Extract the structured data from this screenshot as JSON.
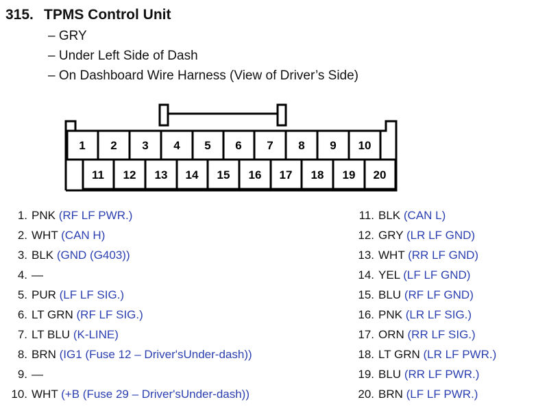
{
  "header": {
    "number": "315.",
    "title": "TPMS Control Unit",
    "lines": [
      "– GRY",
      "– Under Left Side of Dash",
      "– On Dashboard Wire Harness (View of Driver’s Side)"
    ]
  },
  "connector": {
    "top_row": [
      "1",
      "2",
      "3",
      "4",
      "5",
      "6",
      "7",
      "8",
      "9",
      "10"
    ],
    "bottom_row": [
      "11",
      "12",
      "13",
      "14",
      "15",
      "16",
      "17",
      "18",
      "19",
      "20"
    ]
  },
  "pins_left": [
    {
      "idx": "1.",
      "color": "PNK",
      "desc": "(RF LF PWR.)"
    },
    {
      "idx": "2.",
      "color": "WHT",
      "desc": "(CAN H)"
    },
    {
      "idx": "3.",
      "color": "BLK",
      "desc": "(GND (G403))"
    },
    {
      "idx": "4.",
      "color": "—",
      "desc": ""
    },
    {
      "idx": "5.",
      "color": "PUR",
      "desc": "(LF LF SIG.)"
    },
    {
      "idx": "6.",
      "color": "LT GRN",
      "desc": "(RF LF SIG.)"
    },
    {
      "idx": "7.",
      "color": "LT BLU",
      "desc": "(K-LINE)"
    },
    {
      "idx": "8.",
      "color": "BRN",
      "desc": "(IG1 (Fuse 12 – Driver'sUnder-dash))"
    },
    {
      "idx": "9.",
      "color": "—",
      "desc": ""
    },
    {
      "idx": "10.",
      "color": "WHT",
      "desc": "(+B (Fuse 29 – Driver'sUnder-dash))"
    }
  ],
  "pins_right": [
    {
      "idx": "11.",
      "color": "BLK",
      "desc": "(CAN L)"
    },
    {
      "idx": "12.",
      "color": "GRY",
      "desc": "(LR LF GND)"
    },
    {
      "idx": "13.",
      "color": "WHT",
      "desc": "(RR LF GND)"
    },
    {
      "idx": "14.",
      "color": "YEL",
      "desc": "(LF LF GND)"
    },
    {
      "idx": "15.",
      "color": "BLU",
      "desc": "(RF LF GND)"
    },
    {
      "idx": "16.",
      "color": "PNK",
      "desc": "(LR LF SIG.)"
    },
    {
      "idx": "17.",
      "color": "ORN",
      "desc": "(RR LF SIG.)"
    },
    {
      "idx": "18.",
      "color": "LT GRN",
      "desc": "(LR LF PWR.)"
    },
    {
      "idx": "19.",
      "color": "BLU",
      "desc": "(RR LF PWR.)"
    },
    {
      "idx": "20.",
      "color": "BRN",
      "desc": "(LF LF PWR.)"
    }
  ],
  "colors": {
    "description_text": "#2b3fb0"
  }
}
